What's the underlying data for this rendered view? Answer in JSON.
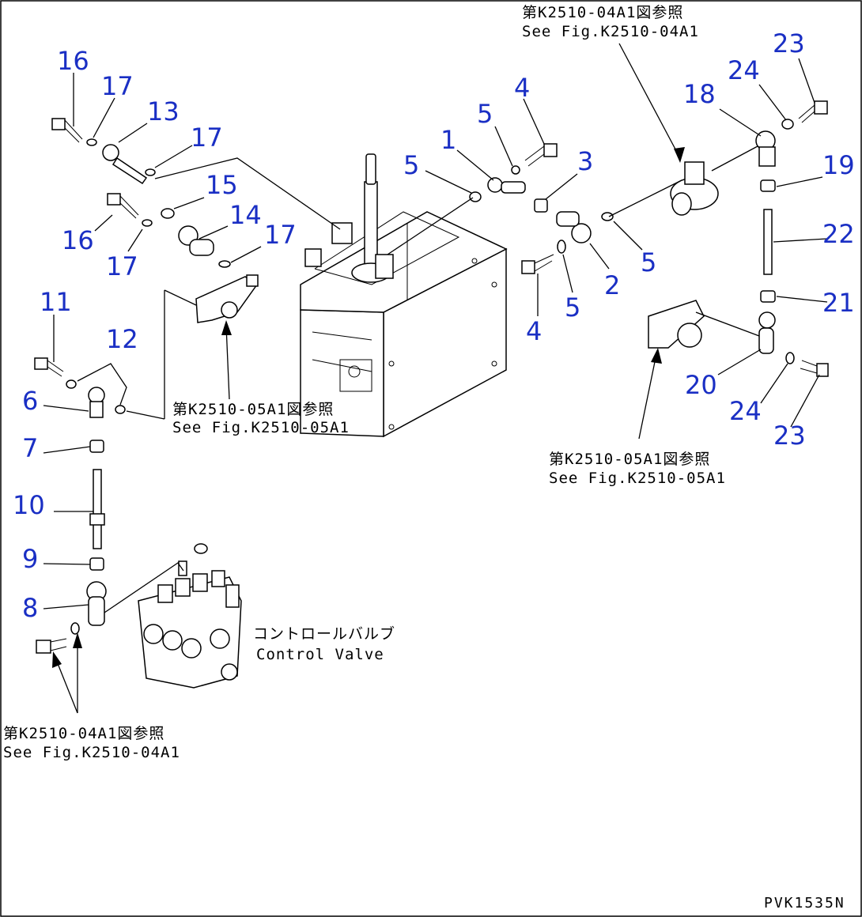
{
  "callouts": {
    "c1": "1",
    "c2": "2",
    "c3": "3",
    "c4a": "4",
    "c4b": "4",
    "c5a": "5",
    "c5b": "5",
    "c5c": "5",
    "c5d": "5",
    "c6": "6",
    "c7": "7",
    "c8": "8",
    "c9": "9",
    "c10": "10",
    "c11": "11",
    "c12": "12",
    "c13": "13",
    "c14": "14",
    "c15": "15",
    "c16a": "16",
    "c16b": "16",
    "c17a": "17",
    "c17b": "17",
    "c17c": "17",
    "c17d": "17",
    "c18": "18",
    "c19": "19",
    "c20": "20",
    "c21": "21",
    "c22": "22",
    "c23a": "23",
    "c23b": "23",
    "c24a": "24",
    "c24b": "24"
  },
  "references": {
    "top_right_jp": "第K2510-04A1図参照",
    "top_right_en": "See Fig.K2510-04A1",
    "center_jp": "第K2510-05A1図参照",
    "center_en": "See Fig.K2510-05A1",
    "right_jp": "第K2510-05A1図参照",
    "right_en": "See Fig.K2510-05A1",
    "bottom_left_jp": "第K2510-04A1図参照",
    "bottom_left_en": "See Fig.K2510-04A1",
    "valve_jp": "コントロールバルブ",
    "valve_en": "Control Valve"
  },
  "figure_code": "PVK1535N"
}
